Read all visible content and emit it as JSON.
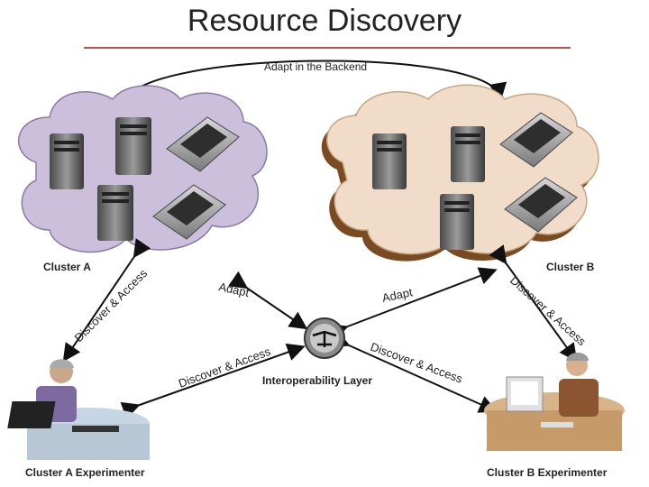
{
  "title": "Resource Discovery",
  "backend_label": "Adapt in the Backend",
  "cluster_a": "Cluster A",
  "cluster_b": "Cluster B",
  "interop_label": "Interoperability Layer",
  "experimenter_a": "Cluster A Experimenter",
  "experimenter_b": "Cluster B Experimenter",
  "adapt_left": "Adapt",
  "adapt_right": "Adapt",
  "discover_access": "Discover & Access",
  "colors": {
    "cloud_a": "#cbbfdc",
    "cloud_b": "#f0dcc8",
    "cloud_b_shadow": "#7a4a22",
    "rule": "#c0504d"
  }
}
